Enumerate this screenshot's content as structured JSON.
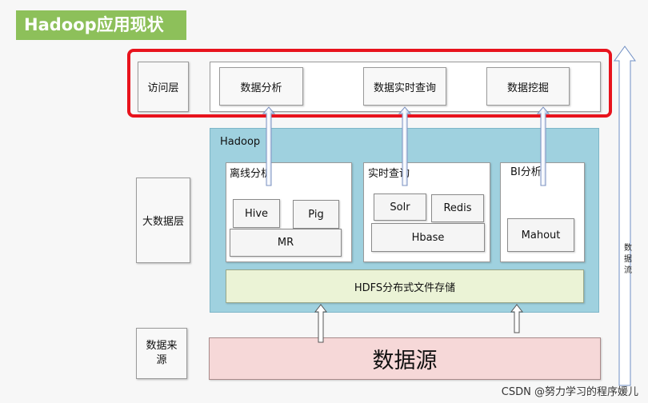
{
  "title": "Hadoop应用现状",
  "layers": {
    "access": "访问层",
    "bigdata": "大数据层",
    "source": "数据来源"
  },
  "access_items": [
    "数据分析",
    "数据实时查询",
    "数据挖掘"
  ],
  "hadoop_label": "Hadoop",
  "panels": {
    "offline": {
      "label": "离线分析",
      "items": [
        "Hive",
        "Pig",
        "MR"
      ]
    },
    "realtime": {
      "label": "实时查询",
      "items": [
        "Solr",
        "Redis",
        "Hbase"
      ]
    },
    "bi": {
      "label": "BI分析",
      "items": [
        "Mahout"
      ]
    }
  },
  "hdfs": "HDFS分布式文件存储",
  "data_source": "数据源",
  "flow_label": "数据流",
  "watermark": "CSDN @努力学习的程序媛儿",
  "colors": {
    "title_bg": "#8dc05a",
    "frame": "#e8131d",
    "hadoop_bg": "#9fd1df",
    "hdfs_bg": "#ebf3d6",
    "source_bg": "#f6d8d8",
    "arrow": "#8fa8d8"
  }
}
